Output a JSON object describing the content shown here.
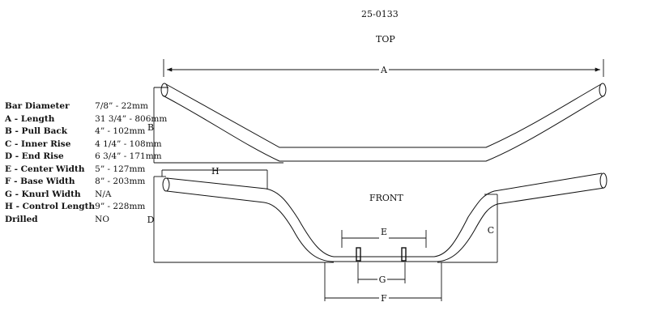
{
  "part_number": "25-0133",
  "views": {
    "top": "TOP",
    "front": "FRONT"
  },
  "dimension_letters": {
    "a": "A",
    "b": "B",
    "c": "C",
    "d": "D",
    "e": "E",
    "f": "F",
    "g": "G",
    "h": "H"
  },
  "specs": [
    {
      "label": "Bar Diameter",
      "value": "7/8” - 22mm"
    },
    {
      "label": "A - Length",
      "value": "31 3/4” - 806mm"
    },
    {
      "label": "B - Pull Back",
      "value": "4” - 102mm"
    },
    {
      "label": "C - Inner Rise",
      "value": "4 1/4” - 108mm"
    },
    {
      "label": "D - End Rise",
      "value": "6 3/4” - 171mm"
    },
    {
      "label": "E - Center Width",
      "value": "5” - 127mm"
    },
    {
      "label": "F - Base Width",
      "value": "8” - 203mm"
    },
    {
      "label": "G - Knurl Width",
      "value": "N/A"
    },
    {
      "label": "H - Control Length",
      "value": "9” - 228mm"
    },
    {
      "label": "Drilled",
      "value": "NO"
    }
  ]
}
